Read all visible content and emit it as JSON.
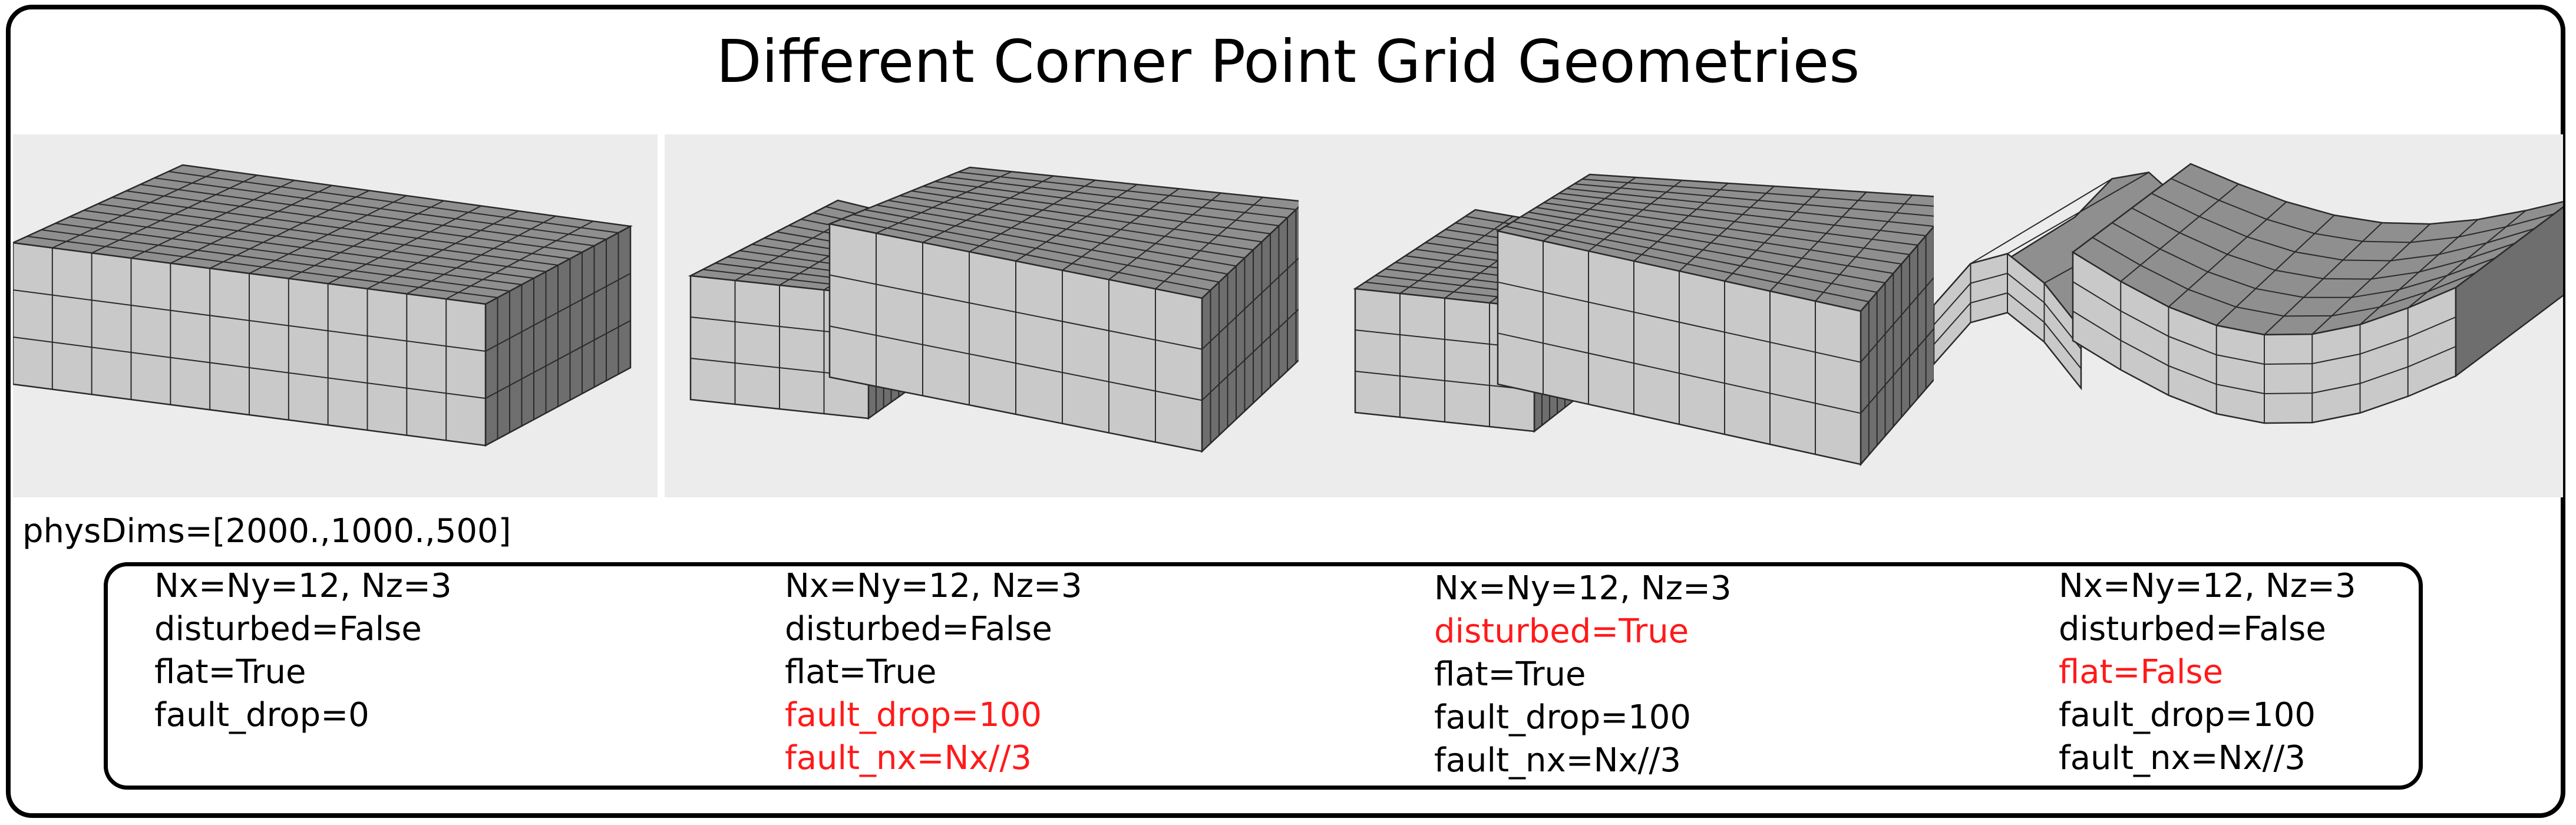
{
  "title": "Different Corner Point Grid Geometries",
  "phys_dims": "physDims=[2000.,1000.,500]",
  "highlight_color": "#ff1a1a",
  "panel_background": "#ececec",
  "cell_colors": {
    "top": "#8f8f8f",
    "front": "#c9c9c9",
    "side": "#6e6e6e",
    "edge": "#2a2a2a"
  },
  "columns": [
    {
      "lines": [
        "Nx=Ny=12, Nz=3",
        "disturbed=False",
        "flat=True",
        "fault_drop=0"
      ]
    },
    {
      "lines": [
        "Nx=Ny=12, Nz=3",
        "disturbed=False",
        "flat=True",
        "fault_drop=100",
        "fault_nx=Nx//3"
      ]
    },
    {
      "lines": [
        "Nx=Ny=12, Nz=3",
        "disturbed=True",
        "flat=True",
        "fault_drop=100",
        "fault_nx=Nx//3"
      ]
    },
    {
      "lines": [
        "Nx=Ny=12, Nz=3",
        "disturbed=False",
        "flat=False",
        "fault_drop=100",
        "fault_nx=Nx//3"
      ]
    }
  ]
}
